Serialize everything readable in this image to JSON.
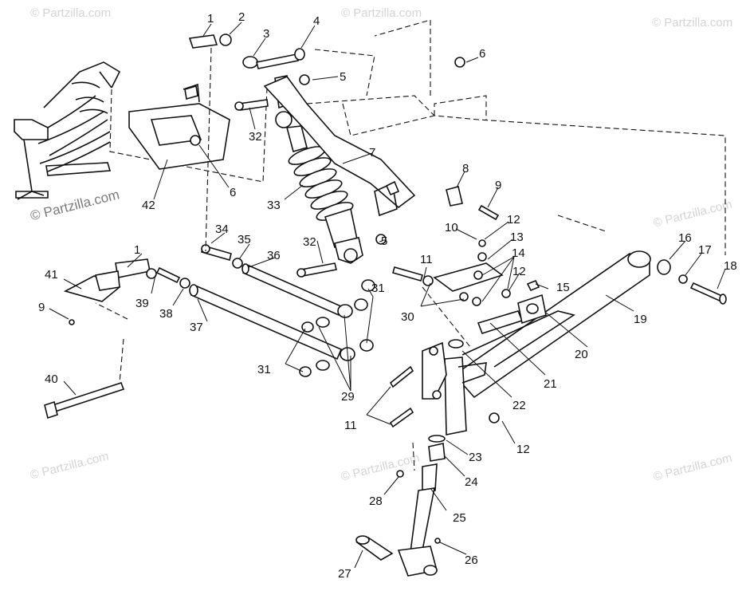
{
  "watermarks": {
    "top_left": "© Partzilla.com",
    "top_mid": "© Partzilla.com",
    "top_right": "© Partzilla.com",
    "left_mid": "© Partzilla.com",
    "mid_right": "© Partzilla.com",
    "bottom_left": "© Partzilla.com",
    "bottom_mid": "© Partzilla.com",
    "bottom_right": "© Partzilla.com"
  },
  "callouts": {
    "c1a": "1",
    "c1b": "1",
    "c2": "2",
    "c3": "3",
    "c4": "4",
    "c5a": "5",
    "c5b": "5",
    "c6a": "6",
    "c6b": "6",
    "c7": "7",
    "c8": "8",
    "c9a": "9",
    "c9b": "9",
    "c10": "10",
    "c11a": "11",
    "c11b": "11",
    "c12a": "12",
    "c12b": "12",
    "c12c": "12",
    "c13": "13",
    "c14": "14",
    "c15": "15",
    "c16": "16",
    "c17": "17",
    "c18": "18",
    "c19": "19",
    "c20": "20",
    "c21": "21",
    "c22": "22",
    "c23": "23",
    "c24": "24",
    "c25": "25",
    "c26": "26",
    "c27": "27",
    "c28": "28",
    "c29": "29",
    "c30": "30",
    "c31a": "31",
    "c31b": "31",
    "c32a": "32",
    "c32b": "32",
    "c33": "33",
    "c34": "34",
    "c35": "35",
    "c36": "36",
    "c37": "37",
    "c38": "38",
    "c39": "39",
    "c40": "40",
    "c41": "41",
    "c42": "42"
  }
}
